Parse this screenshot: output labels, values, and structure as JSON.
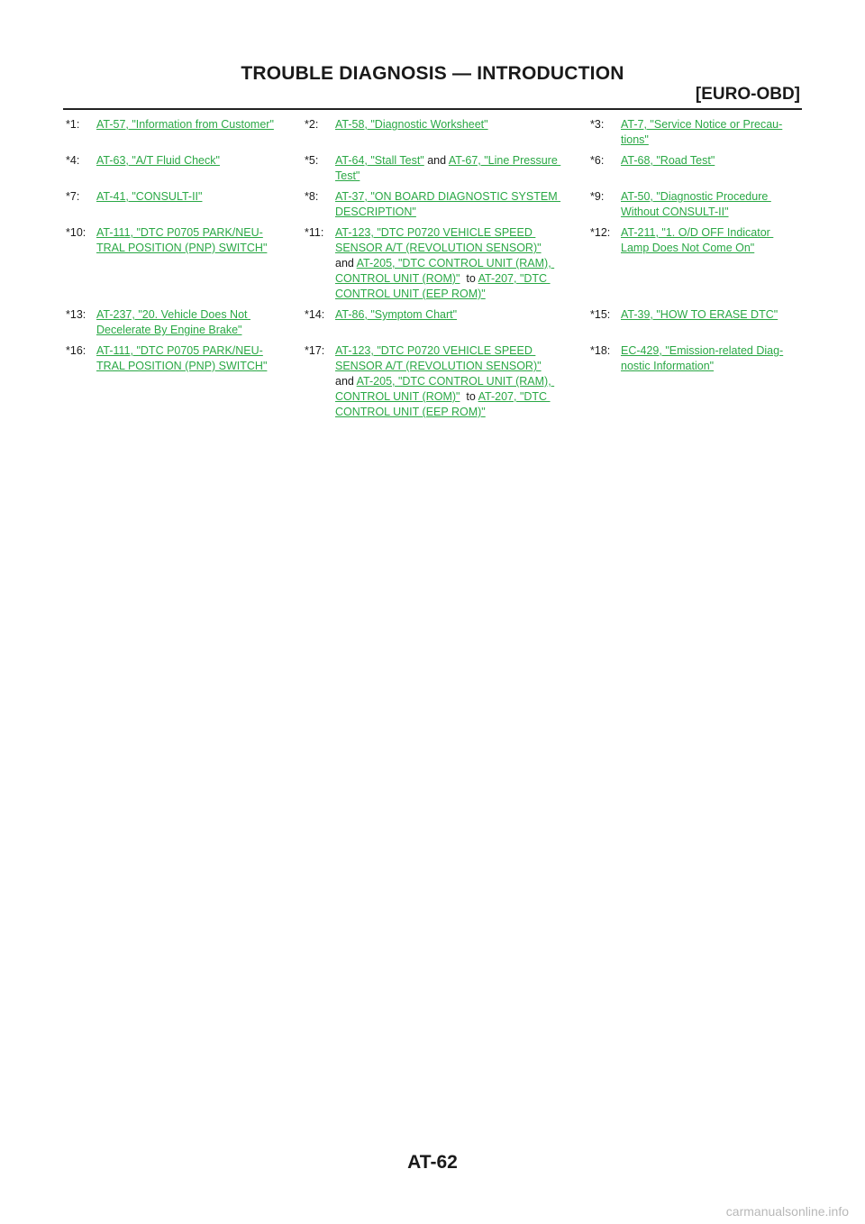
{
  "header": {
    "title": "TROUBLE DIAGNOSIS — INTRODUCTION",
    "section": "[EURO-OBD]"
  },
  "refs": [
    [
      {
        "label": "*1:",
        "lines": [
          [
            {
              "t": "AT-57, \"Information from Customer\"",
              "link": true
            }
          ]
        ]
      },
      {
        "label": "*2:",
        "lines": [
          [
            {
              "t": "AT-58, \"Diagnostic Worksheet\"",
              "link": true
            }
          ]
        ]
      },
      {
        "label": "*3:",
        "lines": [
          [
            {
              "t": "AT-7, \"Service Notice or Precau-",
              "link": true
            }
          ],
          [
            {
              "t": "tions\"",
              "link": true
            }
          ]
        ]
      }
    ],
    [
      {
        "label": "*4:",
        "lines": [
          [
            {
              "t": "AT-63, \"A/T Fluid Check\"",
              "link": true
            }
          ]
        ]
      },
      {
        "label": "*5:",
        "lines": [
          [
            {
              "t": "AT-64, \"Stall Test\"",
              "link": true
            },
            {
              "t": " and ",
              "link": false
            },
            {
              "t": "AT-67, \"Line Pressure ",
              "link": true
            }
          ],
          [
            {
              "t": "Test\"",
              "link": true
            }
          ]
        ]
      },
      {
        "label": "*6:",
        "lines": [
          [
            {
              "t": "AT-68, \"Road Test\"",
              "link": true
            }
          ]
        ]
      }
    ],
    [
      {
        "label": "*7:",
        "lines": [
          [
            {
              "t": "AT-41, \"CONSULT-II\"",
              "link": true
            }
          ]
        ]
      },
      {
        "label": "*8:",
        "lines": [
          [
            {
              "t": "AT-37, \"ON BOARD DIAGNOSTIC SYSTEM ",
              "link": true
            }
          ],
          [
            {
              "t": "DESCRIPTION\"",
              "link": true
            }
          ]
        ]
      },
      {
        "label": "*9:",
        "lines": [
          [
            {
              "t": "AT-50, \"Diagnostic Procedure ",
              "link": true
            }
          ],
          [
            {
              "t": "Without CONSULT-II\"",
              "link": true
            }
          ]
        ]
      }
    ],
    [
      {
        "label": "*10:",
        "lines": [
          [
            {
              "t": "AT-111, \"DTC P0705 PARK/NEU-",
              "link": true
            }
          ],
          [
            {
              "t": "TRAL POSITION (PNP) SWITCH\"",
              "link": true
            }
          ]
        ]
      },
      {
        "label": "*11:",
        "lines": [
          [
            {
              "t": "AT-123, \"DTC P0720 VEHICLE SPEED ",
              "link": true
            }
          ],
          [
            {
              "t": "SENSOR A/T (REVOLUTION SENSOR)\"",
              "link": true
            }
          ],
          [
            {
              "t": "and ",
              "link": false
            },
            {
              "t": "AT-205, \"DTC CONTROL UNIT (RAM), ",
              "link": true
            }
          ],
          [
            {
              "t": "CONTROL UNIT (ROM)\"",
              "link": true
            },
            {
              "t": "  to ",
              "link": false
            },
            {
              "t": "AT-207, \"DTC ",
              "link": true
            }
          ],
          [
            {
              "t": "CONTROL UNIT (EEP ROM)\"",
              "link": true
            }
          ]
        ]
      },
      {
        "label": "*12:",
        "lines": [
          [
            {
              "t": "AT-211, \"1. O/D OFF Indicator ",
              "link": true
            }
          ],
          [
            {
              "t": "Lamp Does Not Come On\"",
              "link": true
            }
          ]
        ]
      }
    ],
    [
      {
        "label": "*13:",
        "lines": [
          [
            {
              "t": "AT-237, \"20. Vehicle Does Not ",
              "link": true
            }
          ],
          [
            {
              "t": "Decelerate By Engine Brake\"",
              "link": true
            }
          ]
        ]
      },
      {
        "label": "*14:",
        "lines": [
          [
            {
              "t": "AT-86, \"Symptom Chart\"",
              "link": true
            }
          ]
        ]
      },
      {
        "label": "*15:",
        "lines": [
          [
            {
              "t": "AT-39, \"HOW TO ERASE DTC\"",
              "link": true
            }
          ]
        ]
      }
    ],
    [
      {
        "label": "*16:",
        "lines": [
          [
            {
              "t": "AT-111, \"DTC P0705 PARK/NEU-",
              "link": true
            }
          ],
          [
            {
              "t": "TRAL POSITION (PNP) SWITCH\"",
              "link": true
            }
          ]
        ]
      },
      {
        "label": "*17:",
        "lines": [
          [
            {
              "t": "AT-123, \"DTC P0720 VEHICLE SPEED ",
              "link": true
            }
          ],
          [
            {
              "t": "SENSOR A/T (REVOLUTION SENSOR)\"",
              "link": true
            }
          ],
          [
            {
              "t": "and ",
              "link": false
            },
            {
              "t": "AT-205, \"DTC CONTROL UNIT (RAM), ",
              "link": true
            }
          ],
          [
            {
              "t": "CONTROL UNIT (ROM)\"",
              "link": true
            },
            {
              "t": "  to ",
              "link": false
            },
            {
              "t": "AT-207, \"DTC ",
              "link": true
            }
          ],
          [
            {
              "t": "CONTROL UNIT (EEP ROM)\"",
              "link": true
            }
          ]
        ]
      },
      {
        "label": "*18:",
        "lines": [
          [
            {
              "t": "EC-429, \"Emission-related Diag-",
              "link": true
            }
          ],
          [
            {
              "t": "nostic Information\"",
              "link": true
            }
          ]
        ]
      }
    ]
  ],
  "footer": {
    "page_number": "AT-62",
    "watermark": "carmanualsonline.info"
  },
  "colors": {
    "link": "#2aa845",
    "text": "#1a1a1a"
  }
}
